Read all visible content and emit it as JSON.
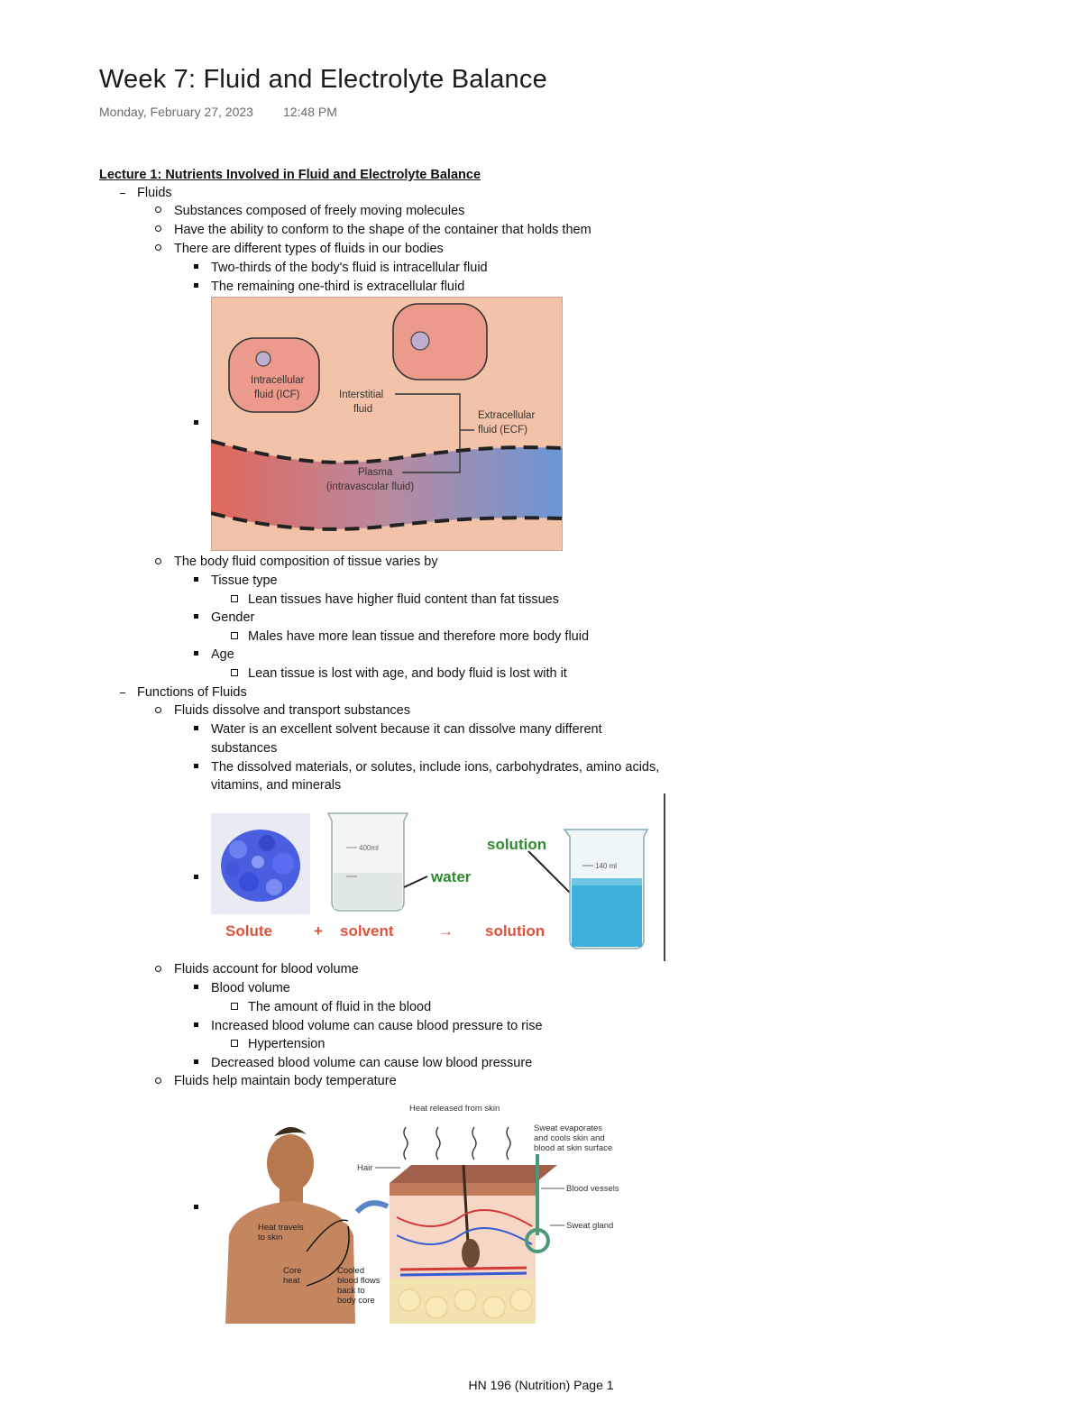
{
  "doc": {
    "title": "Week 7: Fluid and Electrolyte Balance",
    "date": "Monday, February 27, 2023",
    "time": "12:48 PM",
    "lecture_heading": "Lecture 1: Nutrients Involved in Fluid and Electrolyte Balance",
    "footer": "HN 196 (Nutrition) Page 1"
  },
  "lines": {
    "fluids": "Fluids",
    "l1": "Substances composed of freely moving molecules",
    "l2": "Have the ability to conform to the shape of the container that holds them",
    "l3": "There are different types of fluids in our bodies",
    "l4": "Two-thirds of the body's fluid is intracellular fluid",
    "l5": "The remaining one-third is extracellular fluid",
    "l6": "The body fluid composition of tissue varies by",
    "l7": "Tissue type",
    "l8": "Lean tissues have higher fluid content than fat tissues",
    "l9": "Gender",
    "l10": "Males have more lean tissue and therefore more body fluid",
    "l11": "Age",
    "l12": "Lean tissue is lost with age, and body fluid is lost with it",
    "functions": "Functions of Fluids",
    "l13": "Fluids dissolve and transport substances",
    "l14a": "Water is an excellent solvent because it can dissolve many different",
    "l14b": "substances",
    "l15a": "The dissolved materials, or solutes, include ions, carbohydrates, amino acids,",
    "l15b": "vitamins, and minerals",
    "l16": "Fluids account for blood volume",
    "l17": "Blood volume",
    "l18": "The amount of fluid in the blood",
    "l19": "Increased blood volume can cause blood pressure to rise",
    "l20": "Hypertension",
    "l21": "Decreased blood volume can cause low blood pressure",
    "l22": "Fluids help maintain body temperature"
  },
  "fig_fluid": {
    "icf": [
      "Intracellular",
      "fluid (ICF)"
    ],
    "interstitial": [
      "Interstitial",
      "fluid"
    ],
    "ecf": [
      "Extracellular",
      "fluid (ECF)"
    ],
    "plasma": [
      "Plasma",
      "(intravascular fluid)"
    ]
  },
  "fig_solution": {
    "solution_top": "solution",
    "water": "water",
    "solute": "Solute",
    "plus": "+",
    "solvent": "solvent",
    "arrow": "→",
    "solution_bottom": "solution",
    "beaker1_mark": "400ml",
    "beaker2_mark": "140 ml"
  },
  "fig_temp": {
    "heat_released": "Heat released from skin",
    "sweat": [
      "Sweat evaporates",
      "and cools skin and",
      "blood at skin surface"
    ],
    "hair": "Hair",
    "vessels": "Blood vessels",
    "gland": "Sweat gland",
    "heat_travels": [
      "Heat travels",
      "to skin"
    ],
    "core": [
      "Core",
      "heat"
    ],
    "cooled": [
      "Cooled",
      "blood flows",
      "back to",
      "body core"
    ]
  }
}
